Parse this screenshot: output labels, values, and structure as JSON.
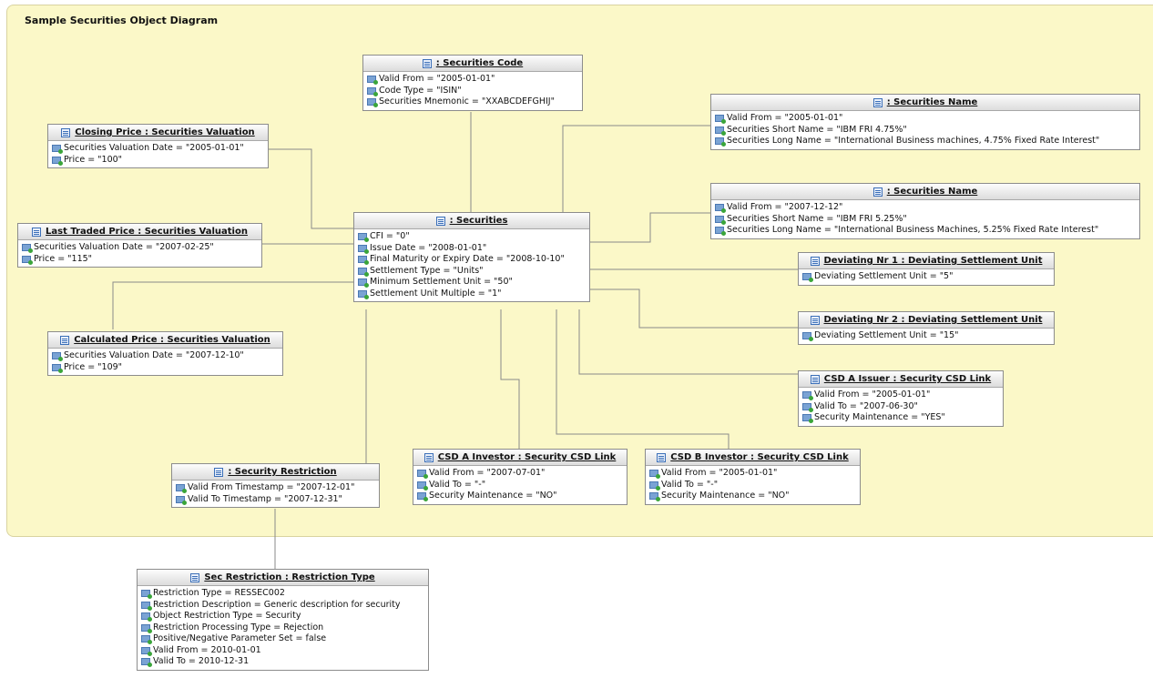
{
  "diagram": {
    "title": "Sample Securities Object Diagram",
    "objects": {
      "securities_code": {
        "header": ": Securities Code",
        "attrs": [
          "Valid From = \"2005-01-01\"",
          "Code Type = \"ISIN\"",
          "Securities Mnemonic = \"XXABCDEFGHIJ\""
        ]
      },
      "closing_price": {
        "header": "Closing Price : Securities Valuation",
        "attrs": [
          "Securities Valuation Date = \"2005-01-01\"",
          "Price = \"100\""
        ]
      },
      "securities_name_1": {
        "header": ": Securities Name",
        "attrs": [
          "Valid From = \"2005-01-01\"",
          "Securities Short Name = \"IBM FRI 4.75%\"",
          "Securities Long Name = \"International Business machines, 4.75% Fixed Rate Interest\""
        ]
      },
      "securities_name_2": {
        "header": ": Securities Name",
        "attrs": [
          "Valid From = \"2007-12-12\"",
          "Securities Short Name = \"IBM FRI 5.25%\"",
          "Securities Long Name = \"International Business Machines, 5.25% Fixed Rate Interest\""
        ]
      },
      "last_traded_price": {
        "header": "Last Traded Price : Securities Valuation",
        "attrs": [
          "Securities Valuation Date = \"2007-02-25\"",
          "Price = \"115\""
        ]
      },
      "securities": {
        "header": ": Securities",
        "attrs": [
          "CFI = \"0\"",
          "Issue Date = \"2008-01-01\"",
          "Final Maturity or Expiry Date = \"2008-10-10\"",
          "Settlement Type = \"Units\"",
          "Minimum Settlement Unit  = \"50\"",
          "Settlement Unit Multiple = \"1\""
        ]
      },
      "deviating_1": {
        "header": "Deviating Nr 1 : Deviating Settlement Unit",
        "attrs": [
          "Deviating Settlement Unit = \"5\""
        ]
      },
      "deviating_2": {
        "header": "Deviating Nr 2 : Deviating Settlement Unit",
        "attrs": [
          "Deviating Settlement Unit = \"15\""
        ]
      },
      "calculated_price": {
        "header": "Calculated Price : Securities Valuation",
        "attrs": [
          "Securities Valuation Date = \"2007-12-10\"",
          "Price = \"109\""
        ]
      },
      "csd_a_issuer": {
        "header": "CSD A Issuer : Security CSD Link",
        "attrs": [
          "Valid From = \"2005-01-01\"",
          "Valid To = \"2007-06-30\"",
          "Security Maintenance = \"YES\""
        ]
      },
      "security_restriction": {
        "header": ": Security Restriction",
        "attrs": [
          "Valid From Timestamp = \"2007-12-01\"",
          "Valid To Timestamp = \"2007-12-31\""
        ]
      },
      "csd_a_investor": {
        "header": "CSD A Investor : Security CSD Link",
        "attrs": [
          "Valid From = \"2007-07-01\"",
          "Valid To = \"-\"",
          "Security Maintenance = \"NO\""
        ]
      },
      "csd_b_investor": {
        "header": "CSD B Investor : Security CSD Link",
        "attrs": [
          "Valid From = \"2005-01-01\"",
          "Valid To = \"-\"",
          "Security Maintenance = \"NO\""
        ]
      },
      "sec_restriction": {
        "header": "Sec Restriction : Restriction Type",
        "attrs": [
          "Restriction Type = RESSEC002",
          "Restriction Description = Generic description for security",
          "Object Restriction Type = Security",
          "Restriction Processing Type = Rejection",
          "Positive/Negative Parameter Set = false",
          "Valid From = 2010-01-01",
          "Valid To = 2010-12-31"
        ]
      }
    }
  },
  "colors": {
    "panel_background": "#fbf8c8",
    "connector": "#8a8a8a",
    "header_icon": "#3b6fb8",
    "attribute_icon": "#7aa3d4"
  },
  "icons": {
    "object_header": "class-object-icon",
    "attribute": "attribute-icon"
  }
}
